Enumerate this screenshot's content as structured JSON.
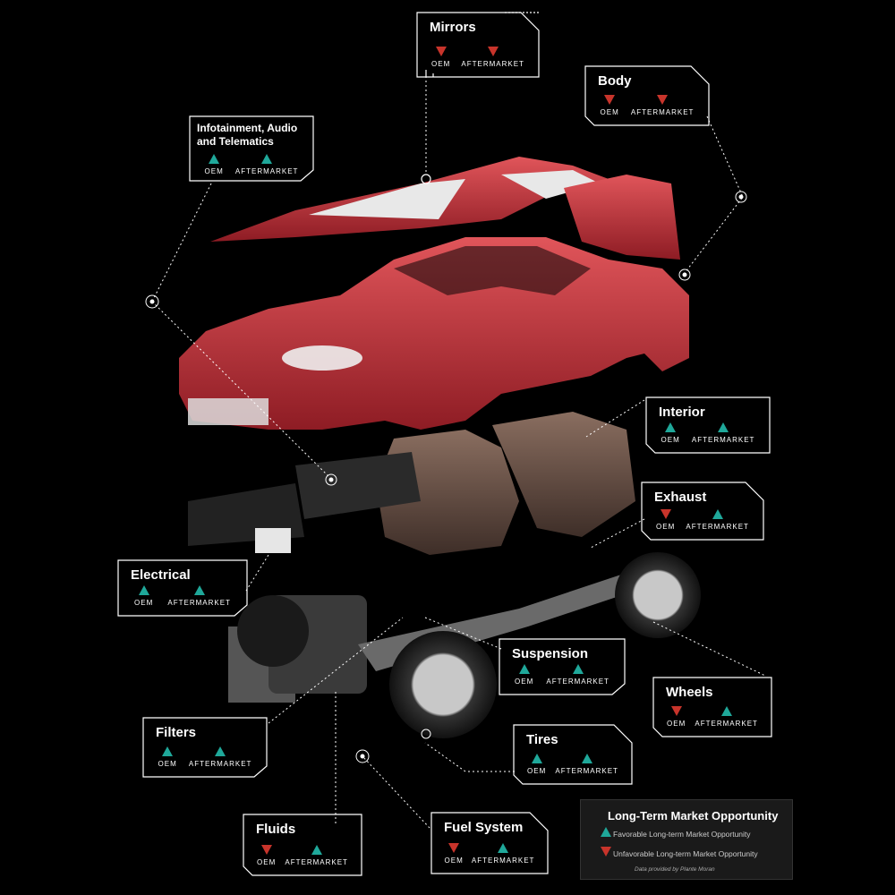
{
  "labels": {
    "oem": "OEM",
    "aftermarket": "AFTERMARKET"
  },
  "callouts": {
    "mirrors": {
      "title": "Mirrors",
      "oem": "down",
      "aftermarket": "down"
    },
    "body": {
      "title": "Body",
      "oem": "down",
      "aftermarket": "down"
    },
    "infotainment": {
      "title_line1": "Infotainment, Audio",
      "title_line2": "and Telematics",
      "oem": "up",
      "aftermarket": "up"
    },
    "interior": {
      "title": "Interior",
      "oem": "up",
      "aftermarket": "up"
    },
    "exhaust": {
      "title": "Exhaust",
      "oem": "down",
      "aftermarket": "up"
    },
    "electrical": {
      "title": "Electrical",
      "oem": "up",
      "aftermarket": "up"
    },
    "suspension": {
      "title": "Suspension",
      "oem": "up",
      "aftermarket": "up"
    },
    "wheels": {
      "title": "Wheels",
      "oem": "down",
      "aftermarket": "up"
    },
    "filters": {
      "title": "Filters",
      "oem": "up",
      "aftermarket": "up"
    },
    "tires": {
      "title": "Tires",
      "oem": "up",
      "aftermarket": "up"
    },
    "fluids": {
      "title": "Fluids",
      "oem": "down",
      "aftermarket": "up"
    },
    "fuel_system": {
      "title": "Fuel System",
      "oem": "down",
      "aftermarket": "up"
    }
  },
  "legend": {
    "title": "Long-Term Market Opportunity",
    "favorable": "Favorable Long-term Market Opportunity",
    "unfavorable": "Unfavorable Long-term Market Opportunity",
    "source": "Data provided by Plante Moran"
  },
  "colors": {
    "favorable": "#1fa89a",
    "unfavorable": "#c8342b",
    "car_red": "#c8323a"
  }
}
